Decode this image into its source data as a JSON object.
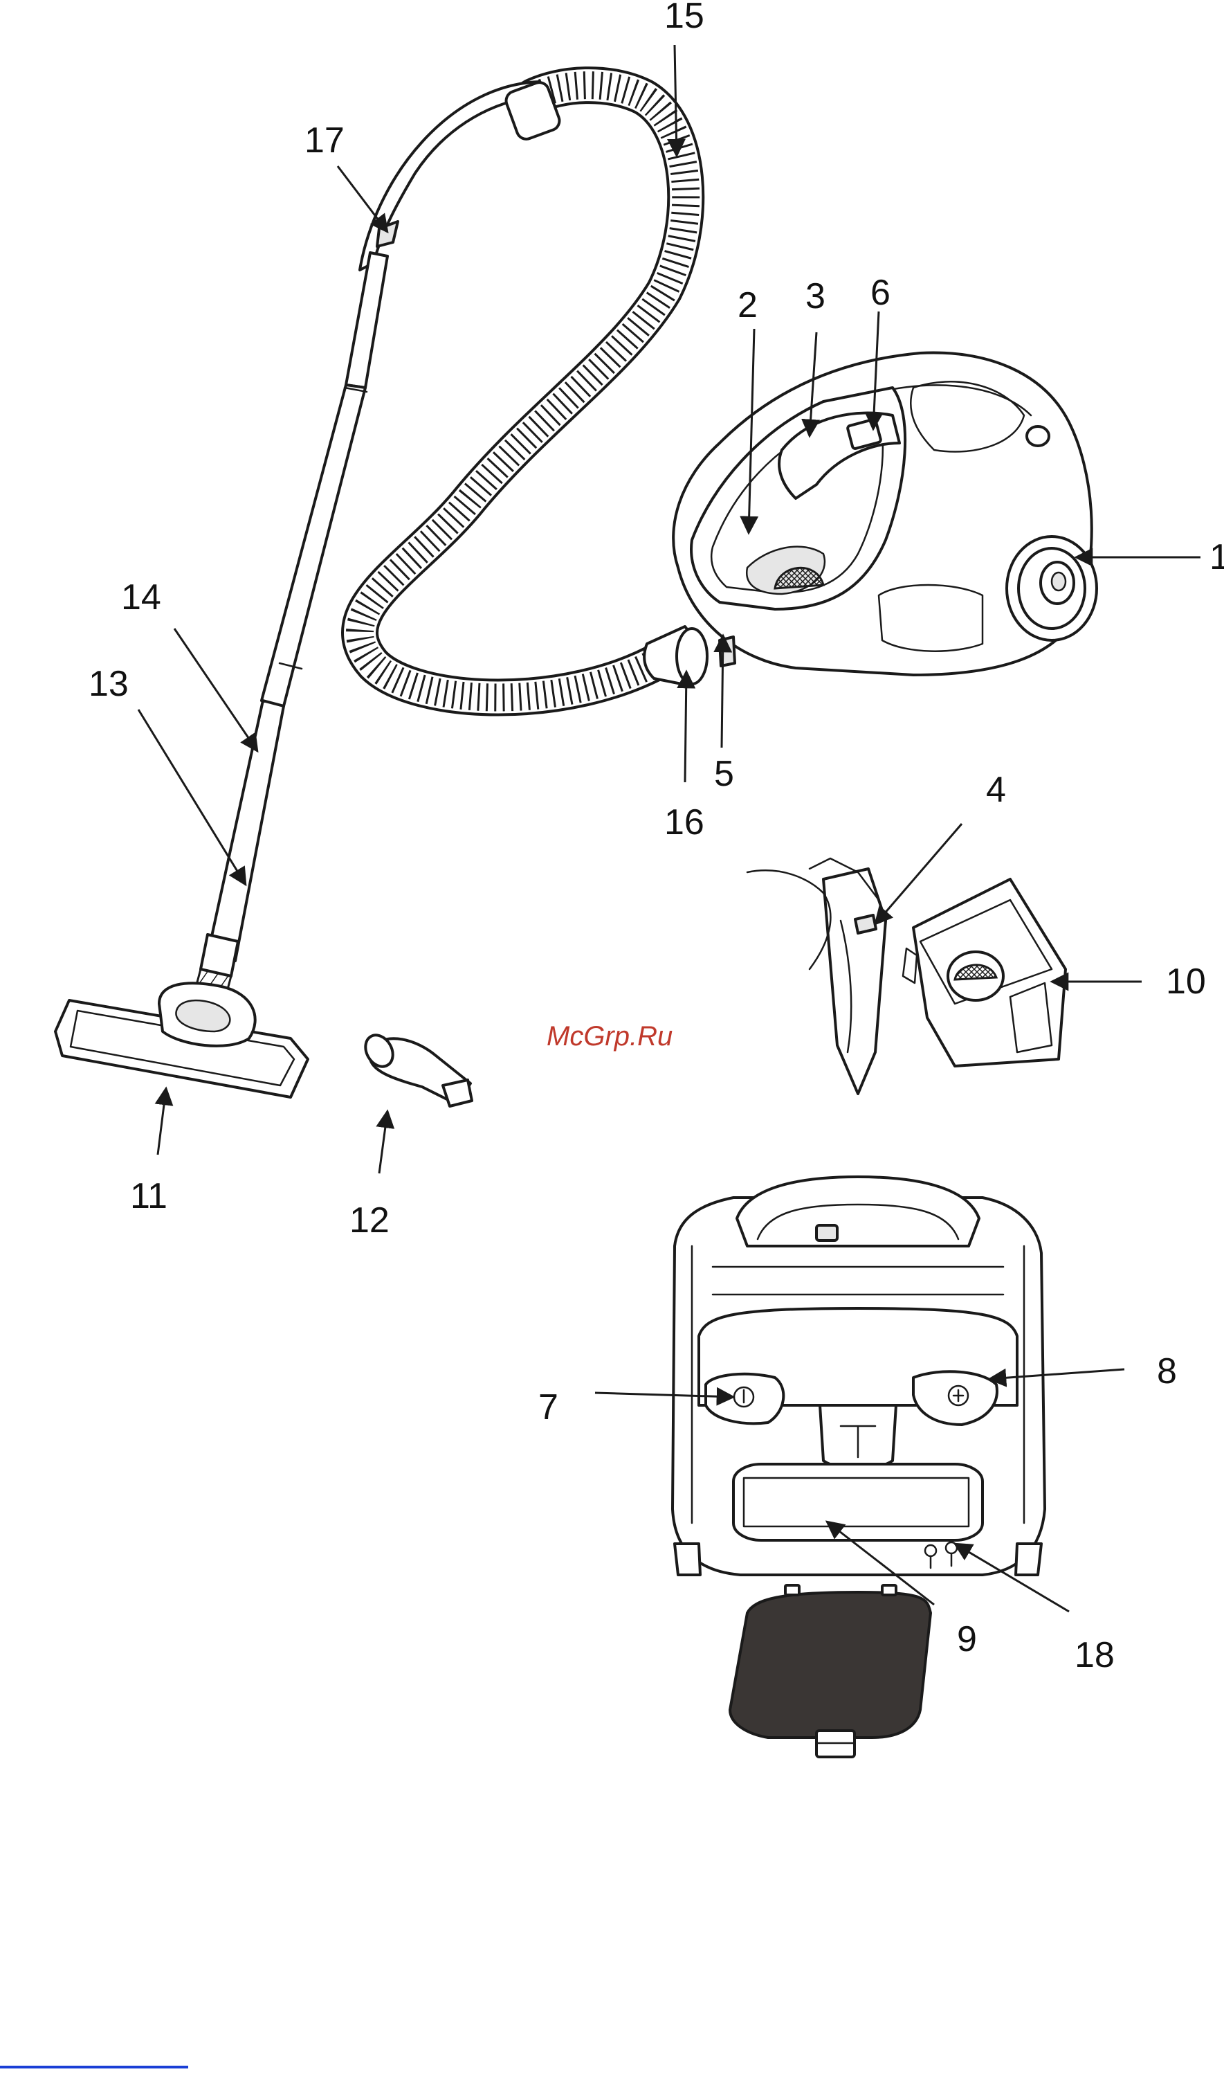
{
  "watermark": "McGrp.Ru",
  "callouts": {
    "c1": "1",
    "c2": "2",
    "c3": "3",
    "c4": "4",
    "c5": "5",
    "c6": "6",
    "c7": "7",
    "c8": "8",
    "c9": "9",
    "c10": "10",
    "c11": "11",
    "c12": "12",
    "c13": "13",
    "c14": "14",
    "c15": "15",
    "c16": "16",
    "c17": "17",
    "c18": "18"
  },
  "icons": {
    "power": "power-icon",
    "cord_rewind": "cord-rewind-icon"
  },
  "colors": {
    "line": "#1a1a1a",
    "watermark": "#c0392b",
    "filter_cover": "#3a3634"
  }
}
